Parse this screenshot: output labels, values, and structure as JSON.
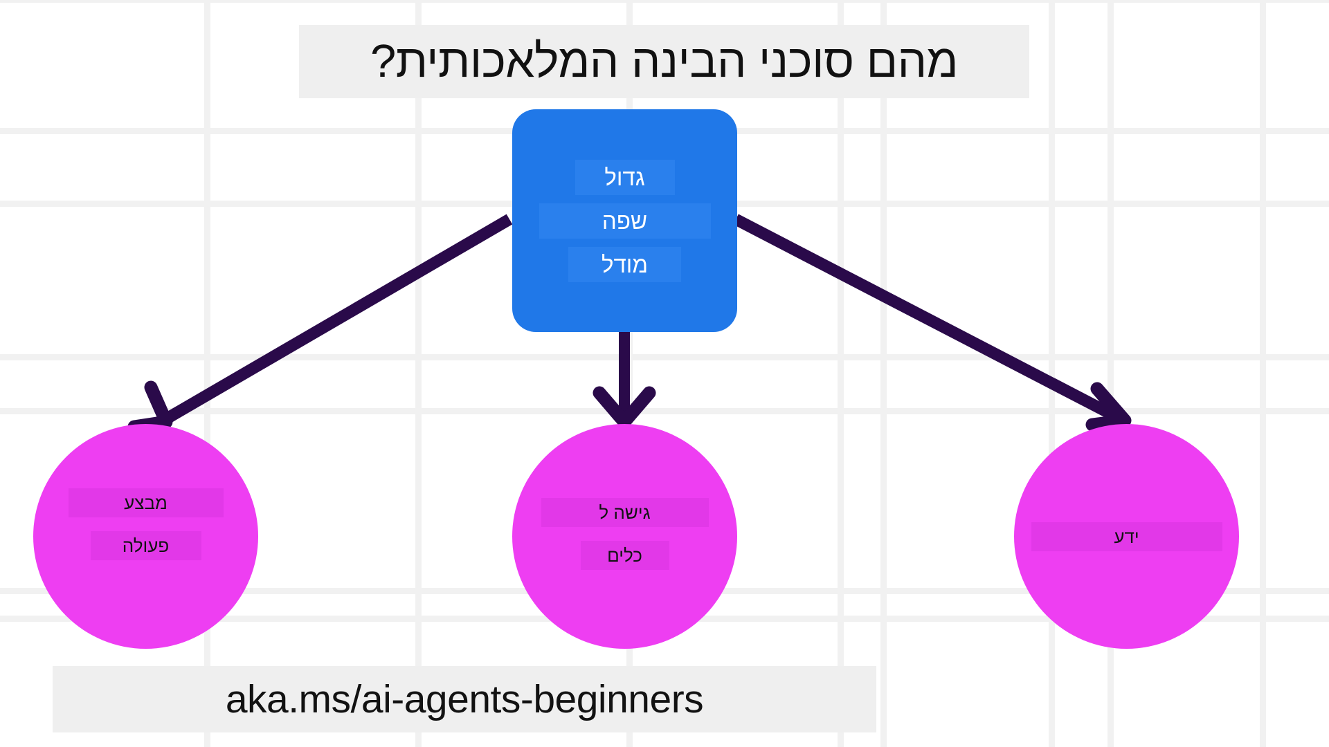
{
  "slide": {
    "title": "מהם סוכני הבינה המלאכותית?",
    "footer_url": "aka.ms/ai-agents-beginners"
  },
  "colors": {
    "background": "#ffffff",
    "grid_line": "#f1f1f1",
    "highlight_band": "#efefef",
    "llm_box": "#2078e8",
    "llm_label_band": "#2a80ed",
    "llm_text": "#ffffff",
    "circle_fill": "#ee3ef2",
    "circle_label_band": "#e238e8",
    "circle_text": "#121212",
    "arrow": "#2a0a4a"
  },
  "center_node": {
    "name": "large-language-model",
    "lines": [
      "גדול",
      "שפה",
      "מודל"
    ]
  },
  "leaf_nodes": [
    {
      "name": "takes-action",
      "lines": [
        "מבצע",
        "פעולה"
      ]
    },
    {
      "name": "access-to-tools",
      "lines": [
        "גישה ל",
        "כלים"
      ]
    },
    {
      "name": "knowledge",
      "lines": [
        "ידע"
      ]
    }
  ],
  "arrows": [
    {
      "name": "arrow-to-takes-action",
      "from": "center-node",
      "to": "takes-action"
    },
    {
      "name": "arrow-to-access-tools",
      "from": "center-node",
      "to": "access-to-tools"
    },
    {
      "name": "arrow-to-knowledge",
      "from": "center-node",
      "to": "knowledge"
    }
  ]
}
